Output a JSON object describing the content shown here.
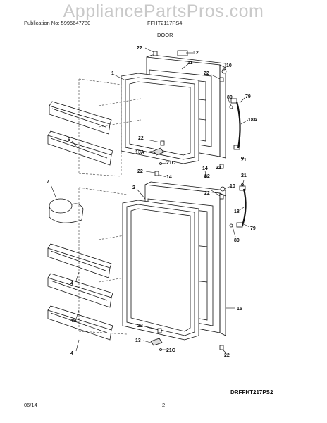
{
  "watermark": "AppliancePartsPros.com",
  "header": {
    "publication": "Publication No: 5995647780",
    "model": "FFHT2117PS4",
    "section": "DOOR"
  },
  "callouts": {
    "c22a": "22",
    "c12": "12",
    "c11": "11",
    "c22b": "22",
    "c10a": "10",
    "c1": "1",
    "c80a": "80",
    "c79a": "79",
    "c22c": "22",
    "c18a": "18A",
    "c6": "6",
    "c22d": "22",
    "c13a": "13A",
    "c21c_a": "21C",
    "c21a": "21",
    "c14a": "14",
    "c22e": "22",
    "c14b": "14",
    "c22f": "22",
    "c21b": "21",
    "c7": "7",
    "c2": "2",
    "c22g": "22",
    "c10b": "10",
    "c18": "18",
    "c79b": "79",
    "c80b": "80",
    "c4a": "4",
    "c15": "15",
    "c4b": "4B",
    "c22h": "22",
    "c4c": "4",
    "c13": "13",
    "c21c_b": "21C",
    "c22i": "22"
  },
  "drawing_id": "DRFFHT217PS2",
  "footer": {
    "date": "06/14",
    "page": "2"
  }
}
